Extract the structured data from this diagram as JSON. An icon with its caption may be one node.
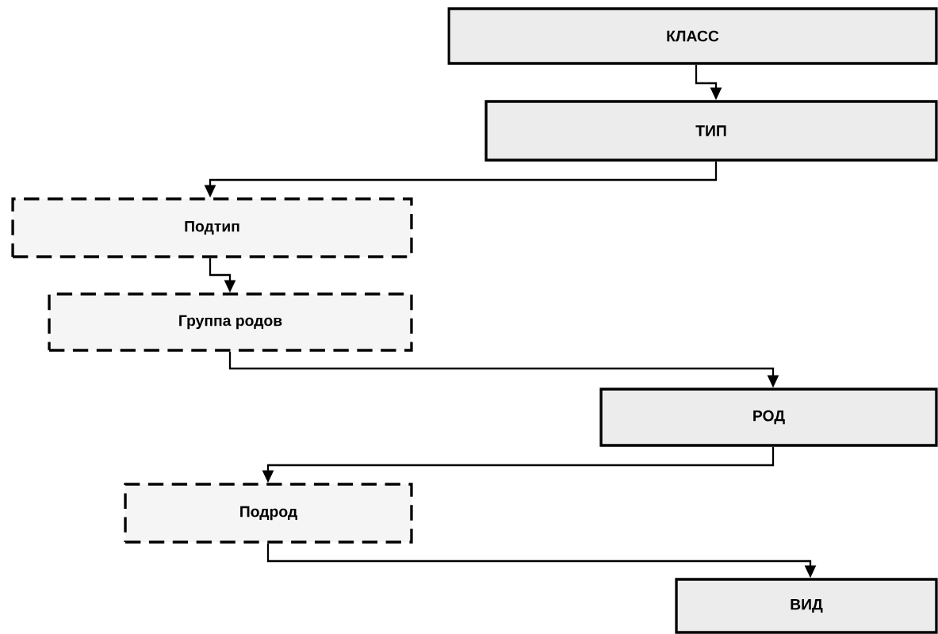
{
  "diagram": {
    "nodes": [
      {
        "text": [
          "КЛАСС"
        ]
      },
      {
        "text": [
          "ТИП"
        ]
      },
      {
        "text": [
          "Подтип"
        ]
      },
      {
        "text": [
          "Группа родов"
        ]
      },
      {
        "text": [
          "РОД"
        ]
      },
      {
        "text": [
          "Подрод"
        ]
      },
      {
        "text": [
          "ВИД"
        ]
      }
    ],
    "edges": [
      {
        "from": 0,
        "to": 1,
        "arrow": "to"
      },
      {
        "from": 1,
        "to": 2,
        "arrow": "to"
      },
      {
        "from": 2,
        "to": 3,
        "arrow": "to"
      },
      {
        "from": 3,
        "to": 4,
        "arrow": "to"
      },
      {
        "from": 4,
        "to": 5,
        "arrow": "to"
      },
      {
        "from": 5,
        "to": 6,
        "arrow": "to"
      }
    ]
  }
}
